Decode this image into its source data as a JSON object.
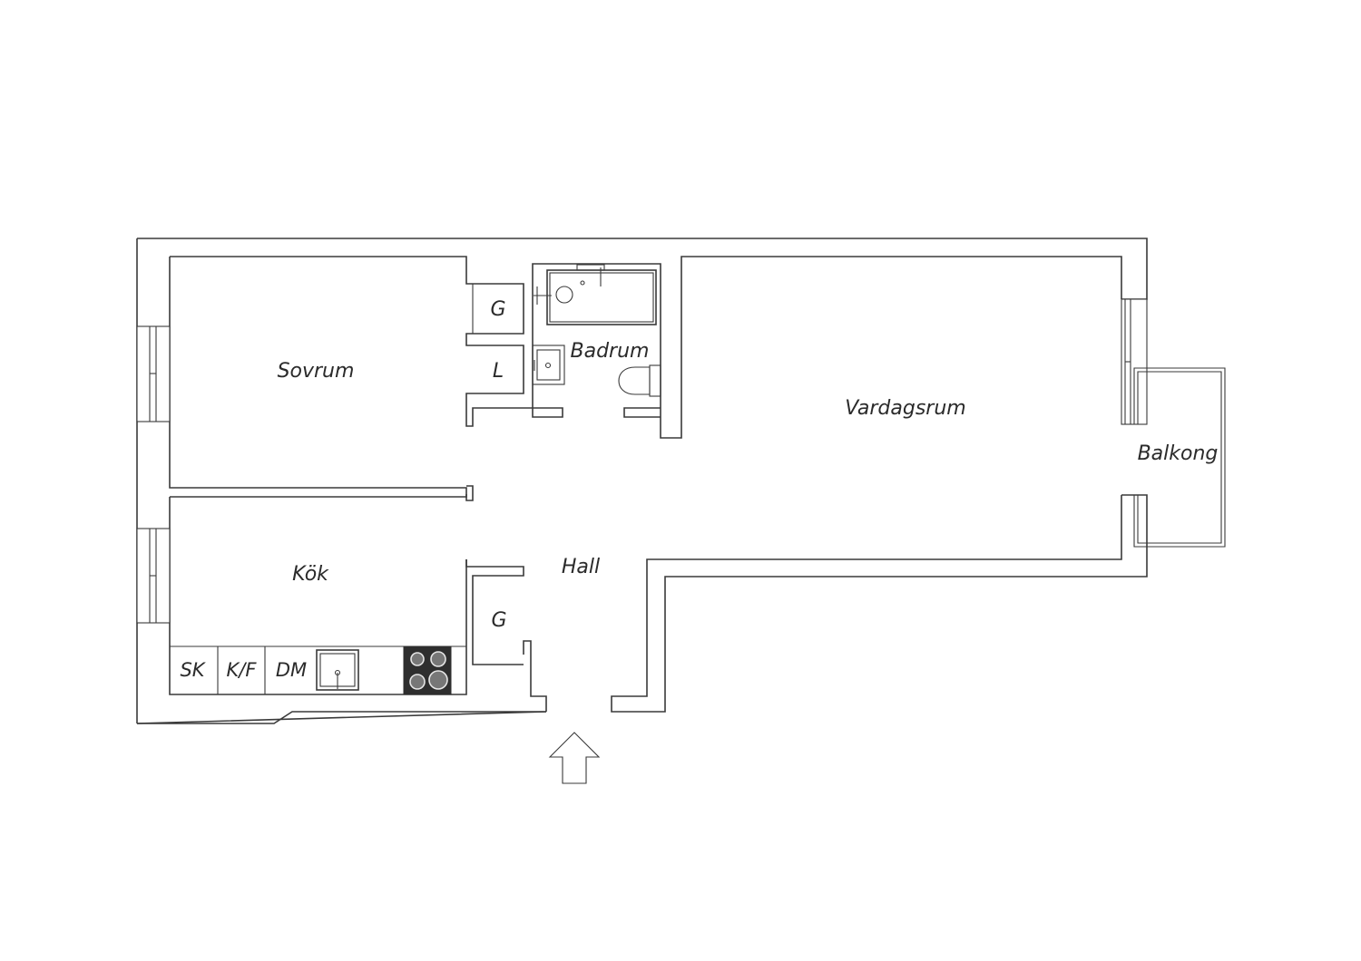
{
  "rooms": {
    "sovrum": "Sovrum",
    "vardagsrum": "Vardagsrum",
    "kok": "Kök",
    "hall": "Hall",
    "badrum": "Badrum",
    "balkong": "Balkong",
    "garderob_1": "G",
    "linne": "L",
    "garderob_2": "G"
  },
  "kitchen": {
    "sk": "SK",
    "kf": "K/F",
    "dm": "DM"
  },
  "icons": {
    "entrance": "arrow-up-icon",
    "sink": "sink-icon",
    "stove": "stove-icon",
    "bathtub": "bathtub-icon",
    "toilet": "toilet-icon"
  },
  "colors": {
    "line": "#3a3a3a",
    "stove": "#2e2e2e"
  }
}
